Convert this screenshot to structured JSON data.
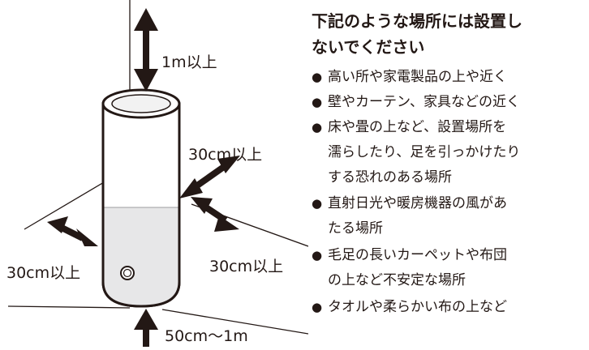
{
  "diagram": {
    "label_top": "1m以上",
    "label_right_upper": "30cm以上",
    "label_left": "30cm以上",
    "label_right_lower": "30cm以上",
    "label_bottom": "50cm〜1m"
  },
  "notice": {
    "heading_line1": "下記のような場所には設置し",
    "heading_line2": "ないでください",
    "bullet": "●",
    "items": [
      {
        "lines": [
          "高い所や家電製品の上や近く"
        ]
      },
      {
        "lines": [
          "壁やカーテン、家具などの近く"
        ]
      },
      {
        "lines": [
          "床や畳の上など、設置場所を",
          "濡らしたり、足を引っかけたり",
          "する恐れのある場所"
        ]
      },
      {
        "lines": [
          "直射日光や暖房機器の風があ",
          "たる場所"
        ]
      },
      {
        "lines": [
          "毛足の長いカーペットや布団",
          "の上など不安定な場所"
        ]
      },
      {
        "lines": [
          "タオルや柔らかい布の上など"
        ]
      }
    ]
  }
}
